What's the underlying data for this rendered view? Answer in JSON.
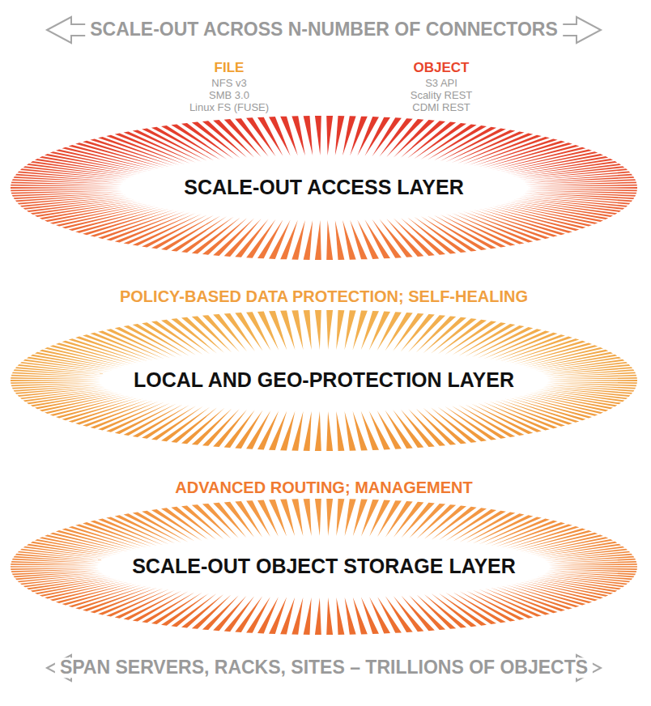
{
  "diagram": {
    "nodes": [
      {
        "text": [
          "SCALE-OUT ACCESS LAYER"
        ]
      },
      {
        "text": [
          "LOCAL AND GEO-PROTECTION LAYER"
        ]
      },
      {
        "text": [
          "SCALE-OUT OBJECT STORAGE LAYER"
        ]
      }
    ],
    "labels": [
      "SCALE-OUT ACROSS N-NUMBER OF CONNECTORS",
      "FILE",
      "NFS v3",
      "SMB 3.0",
      "Linux FS (FUSE)",
      "OBJECT",
      "S3 API",
      "Scality REST",
      "CDMI REST",
      "POLICY-BASED DATA PROTECTION; SELF-HEALING",
      "ADVANCED ROUTING; MANAGEMENT",
      "SPAN SERVERS, RACKS, SITES – TRILLIONS OF OBJECTS"
    ]
  }
}
